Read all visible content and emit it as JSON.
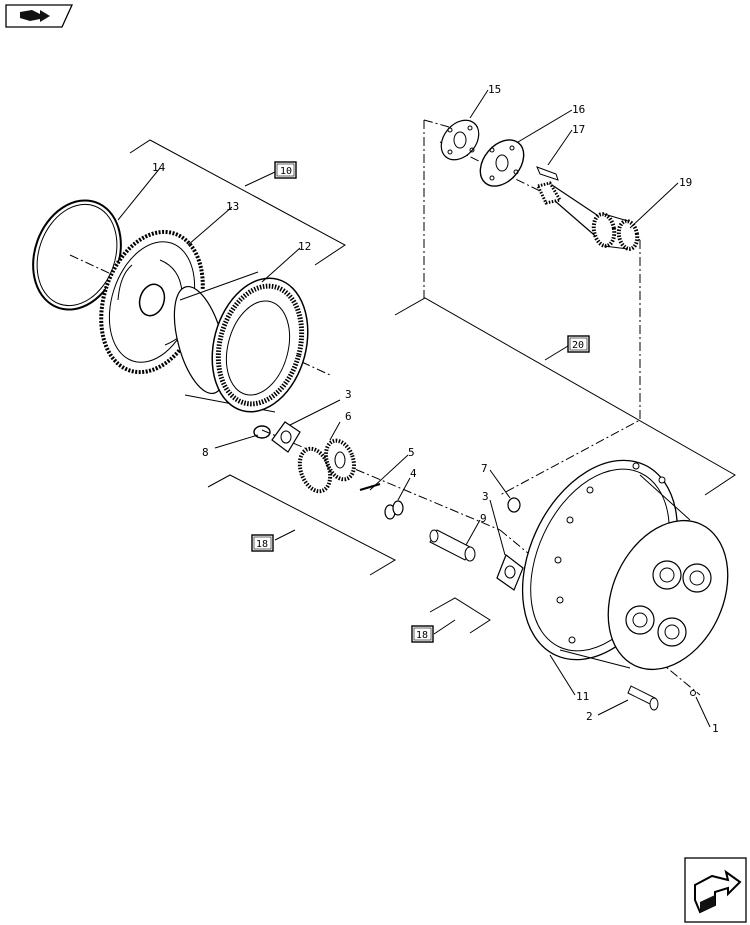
{
  "nav": {
    "prev_button": "prev-page-arrow-icon",
    "next_button": "next-page-arrow-icon"
  },
  "callouts": {
    "c1": "1",
    "c2": "2",
    "c3a": "3",
    "c3b": "3",
    "c4": "4",
    "c5": "5",
    "c6": "6",
    "c7": "7",
    "c8": "8",
    "c9": "9",
    "c11": "11",
    "c12": "12",
    "c13": "13",
    "c14": "14",
    "c15": "15",
    "c16": "16",
    "c17": "17",
    "c19": "19"
  },
  "boxes": {
    "b10": "10",
    "b18a": "18",
    "b18b": "18",
    "b20": "20"
  }
}
